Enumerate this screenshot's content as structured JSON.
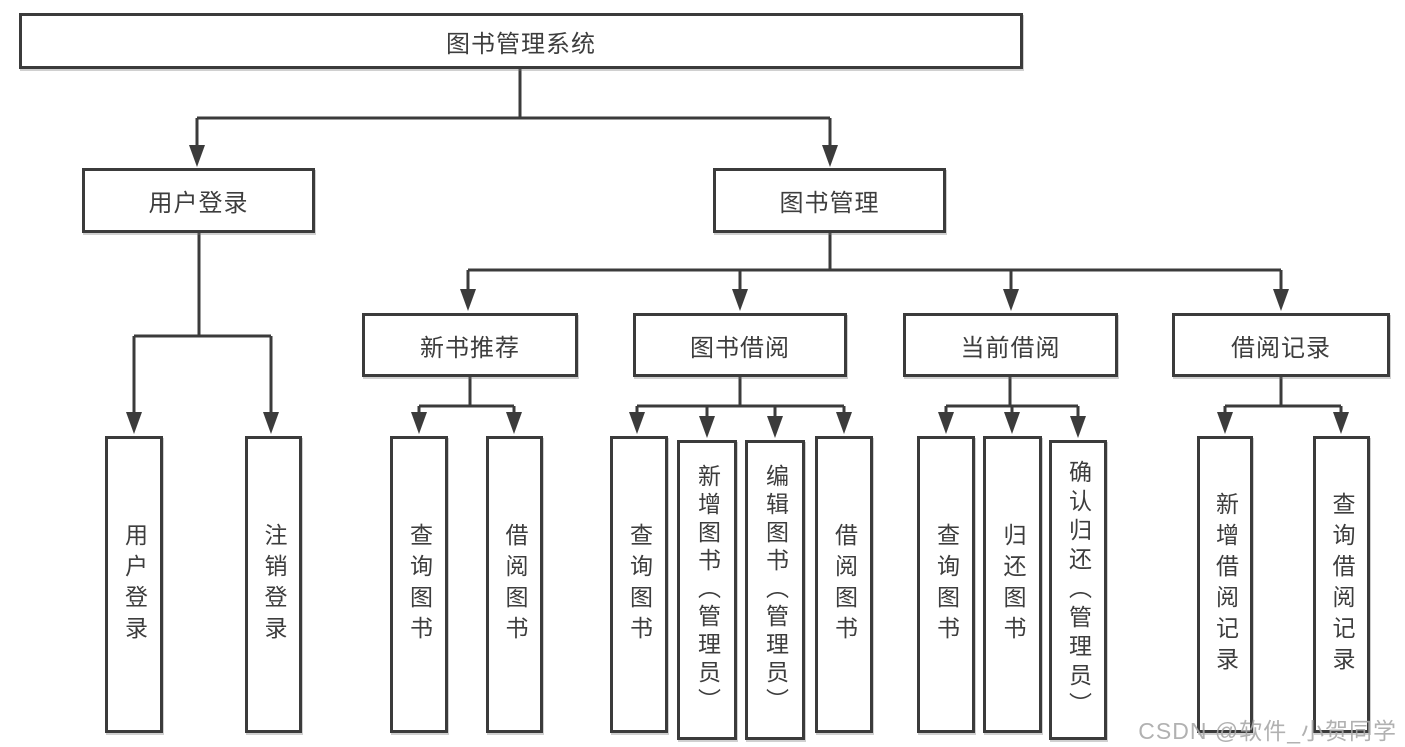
{
  "diagram": {
    "root": {
      "label": "图书管理系统",
      "children": [
        {
          "label": "用户登录",
          "children": [
            {
              "label": "用户登录"
            },
            {
              "label": "注销登录"
            }
          ]
        },
        {
          "label": "图书管理",
          "children": [
            {
              "label": "新书推荐",
              "children": [
                {
                  "label": "查询图书"
                },
                {
                  "label": "借阅图书"
                }
              ]
            },
            {
              "label": "图书借阅",
              "children": [
                {
                  "label": "查询图书"
                },
                {
                  "label": "新增图书（管理员）"
                },
                {
                  "label": "编辑图书（管理员）"
                },
                {
                  "label": "借阅图书"
                }
              ]
            },
            {
              "label": "当前借阅",
              "children": [
                {
                  "label": "查询图书"
                },
                {
                  "label": "归还图书"
                },
                {
                  "label": "确认归还（管理员）"
                }
              ]
            },
            {
              "label": "借阅记录",
              "children": [
                {
                  "label": "新增借阅记录"
                },
                {
                  "label": "查询借阅记录"
                }
              ]
            }
          ]
        }
      ]
    }
  },
  "watermark": {
    "text": "CSDN @软件_小贺同学"
  },
  "colors": {
    "line": "#3b3b3b",
    "text": "#3d3d3d",
    "box_background": "#ffffff",
    "watermark": "#a8a8a8",
    "background": "#ffffff"
  }
}
